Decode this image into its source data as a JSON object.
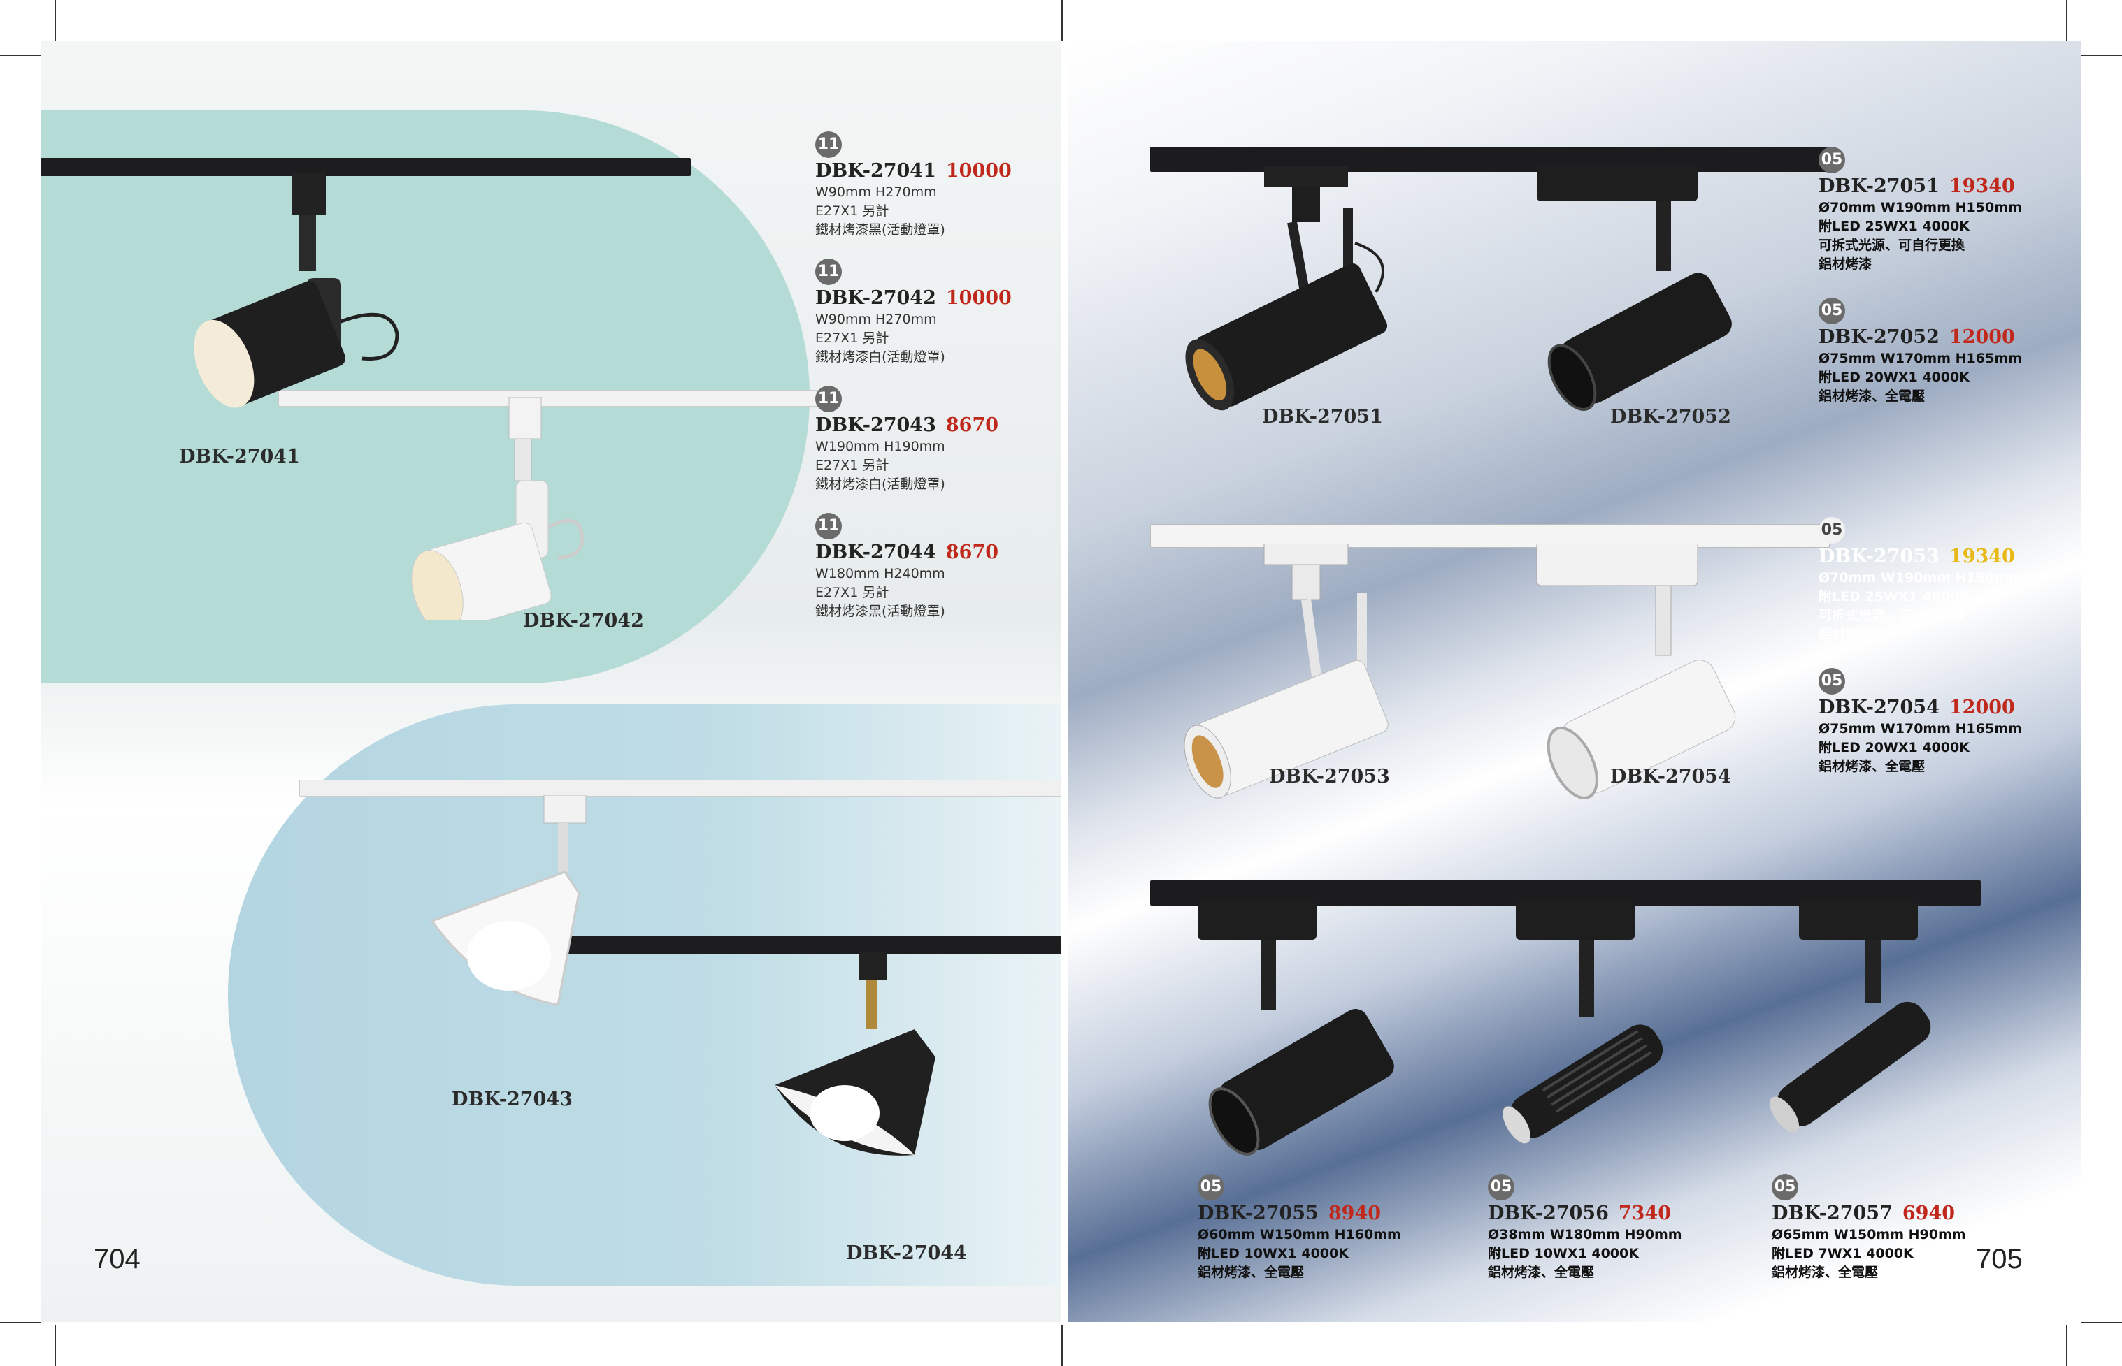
{
  "left_page": {
    "page_number": "704",
    "labels": {
      "p27041": "DBK-27041",
      "p27042": "DBK-27042",
      "p27043": "DBK-27043",
      "p27044": "DBK-27044"
    },
    "specs": [
      {
        "badge": "11",
        "model": "DBK-27041",
        "price": "10000",
        "lines": [
          "W90mm H270mm",
          "E27X1 另計",
          "鐵材烤漆黑(活動燈罩)"
        ]
      },
      {
        "badge": "11",
        "model": "DBK-27042",
        "price": "10000",
        "lines": [
          "W90mm H270mm",
          "E27X1 另計",
          "鐵材烤漆白(活動燈罩)"
        ]
      },
      {
        "badge": "11",
        "model": "DBK-27043",
        "price": "8670",
        "lines": [
          "W190mm H190mm",
          "E27X1 另計",
          "鐵材烤漆白(活動燈罩)"
        ]
      },
      {
        "badge": "11",
        "model": "DBK-27044",
        "price": "8670",
        "lines": [
          "W180mm H240mm",
          "E27X1 另計",
          "鐵材烤漆黑(活動燈罩)"
        ]
      }
    ]
  },
  "right_page": {
    "page_number": "705",
    "labels": {
      "p27051": "DBK-27051",
      "p27052": "DBK-27052",
      "p27053": "DBK-27053",
      "p27054": "DBK-27054"
    },
    "specs": [
      {
        "badge": "05",
        "model": "DBK-27051",
        "price": "19340",
        "lines": [
          "Ø70mm W190mm H150mm",
          "附LED 25WX1 4000K",
          "可拆式光源、可自行更換",
          "鋁材烤漆"
        ]
      },
      {
        "badge": "05",
        "model": "DBK-27052",
        "price": "12000",
        "lines": [
          "Ø75mm W170mm H165mm",
          "附LED 20WX1 4000K",
          "鋁材烤漆、全電壓"
        ]
      },
      {
        "badge": "05",
        "model": "DBK-27053",
        "price": "19340",
        "lines": [
          "Ø70mm W190mm H150mm",
          "附LED 25WX1 4000K",
          "可拆式光源、可自行更換",
          "鋁材烤漆"
        ]
      },
      {
        "badge": "05",
        "model": "DBK-27054",
        "price": "12000",
        "lines": [
          "Ø75mm W170mm H165mm",
          "附LED 20WX1 4000K",
          "鋁材烤漆、全電壓"
        ]
      },
      {
        "badge": "05",
        "model": "DBK-27055",
        "price": "8940",
        "lines": [
          "Ø60mm W150mm H160mm",
          "附LED 10WX1 4000K",
          "鋁材烤漆、全電壓"
        ]
      },
      {
        "badge": "05",
        "model": "DBK-27056",
        "price": "7340",
        "lines": [
          "Ø38mm W180mm H90mm",
          "附LED 10WX1 4000K",
          "鋁材烤漆、全電壓"
        ]
      },
      {
        "badge": "05",
        "model": "DBK-27057",
        "price": "6940",
        "lines": [
          "Ø65mm W150mm H90mm",
          "附LED 7WX1 4000K",
          "鋁材烤漆、全電壓"
        ]
      }
    ]
  },
  "colors": {
    "price_red": "#c0281c",
    "price_gold": "#e8b814",
    "badge_gray": "#6b6b6b",
    "mint_panel": "#b4dbd6",
    "blue_panel": "#b3d5e1"
  },
  "icons": [
    "track-spotlight-black",
    "track-spotlight-white",
    "cone-shade-white",
    "cone-shade-black",
    "led-cylinder-spot",
    "crop-mark"
  ]
}
